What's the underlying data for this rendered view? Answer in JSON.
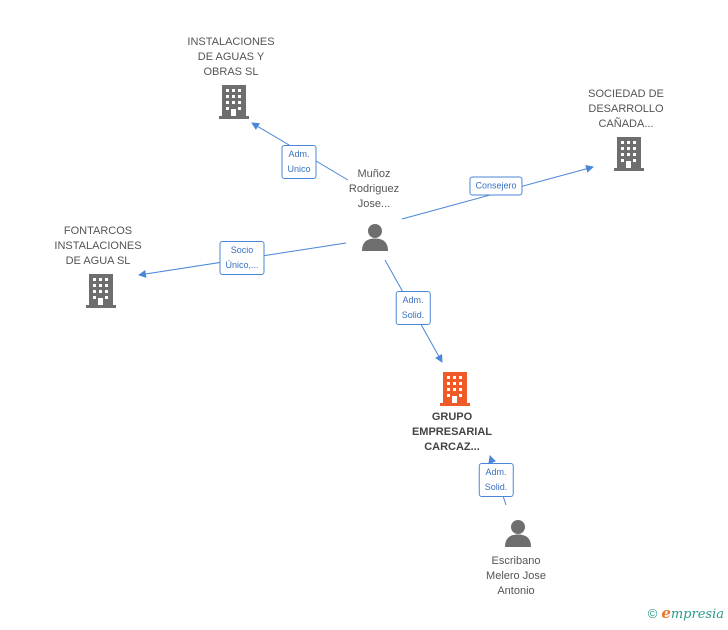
{
  "nodes": {
    "instalaciones_aguas": {
      "label": "INSTALACIONES\nDE AGUAS Y\nOBRAS  SL"
    },
    "sociedad_desarrollo": {
      "label": "SOCIEDAD DE\nDESARROLLO\nCAÑADA..."
    },
    "fontarcos": {
      "label": "FONTARCOS\nINSTALACIONES\nDE AGUA SL"
    },
    "munoz": {
      "label": "Muñoz\nRodriguez\nJose..."
    },
    "grupo": {
      "label": "GRUPO\nEMPRESARIAL\nCARCAZ..."
    },
    "escribano": {
      "label": "Escribano\nMelero Jose\nAntonio"
    }
  },
  "edges": {
    "adm_unico": "Adm.\nUnico",
    "consejero": "Consejero",
    "socio_unico": "Socio\nÚnico,...",
    "adm_solid_1": "Adm.\nSolid.",
    "adm_solid_2": "Adm.\nSolid."
  },
  "colors": {
    "edge": "#4a86d8",
    "building": "#6e6e6e",
    "building_highlight": "#f05a28",
    "person": "#6e6e6e"
  },
  "footer": {
    "copyright": "©",
    "brand_e": "e",
    "brand_rest": "mpresia"
  }
}
